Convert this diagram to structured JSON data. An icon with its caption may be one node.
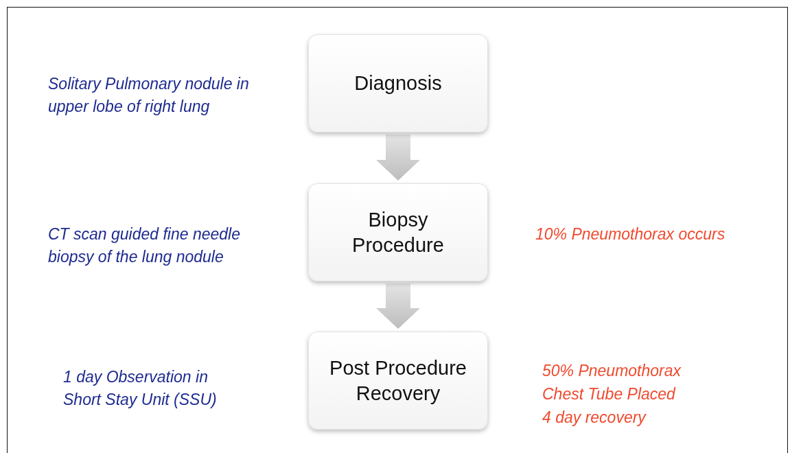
{
  "diagram": {
    "nodes": [
      {
        "text": [
          "Diagnosis"
        ]
      },
      {
        "text": [
          "Biopsy Procedure"
        ],
        "beside": [
          "10% Pneumothorax occurs"
        ]
      },
      {
        "text": [
          "Post Procedure Recovery"
        ],
        "beside": [
          "50% Pneumothorax",
          "Chest Tube Placed",
          "4 day recovery"
        ]
      }
    ],
    "edges": [
      {
        "from": 0,
        "to": 1,
        "arrow": "to"
      },
      {
        "from": 1,
        "to": 2,
        "arrow": "to"
      }
    ],
    "labels": [
      "Solitary Pulmonary nodule in upper lobe of right lung",
      "CT scan guided fine needle biopsy of the lung nodule",
      "1 day Observation in Short Stay Unit (SSU)"
    ]
  }
}
